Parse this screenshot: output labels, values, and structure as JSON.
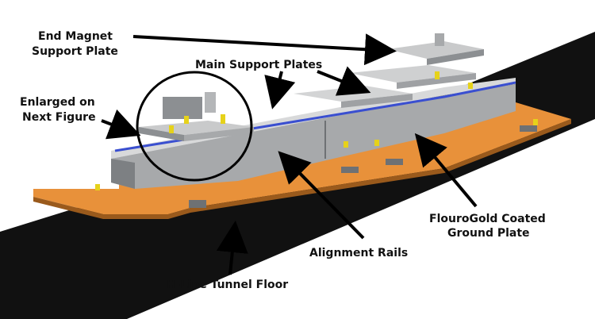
{
  "labels": {
    "end_magnet_line1": "End Magnet",
    "end_magnet_line2": "Support Plate",
    "main_support_plates": "Main Support Plates",
    "enlarged_line1": "Enlarged on",
    "enlarged_line2": "Next Figure",
    "flourogold_line1": "FlouroGold Coated",
    "flourogold_line2": "Ground Plate",
    "alignment_rails": "Alignment Rails",
    "tunnel_floor": "H-Line Tunnel Floor"
  },
  "colors": {
    "tunnel_floor": "#111111",
    "ground_plate": "#e8913a",
    "steel_light": "#c9cacb",
    "steel_mid": "#a7a9ab",
    "steel_dark": "#7d8083",
    "rail_blue": "#3a4fd0",
    "adjuster_yellow": "#e6d21a"
  }
}
